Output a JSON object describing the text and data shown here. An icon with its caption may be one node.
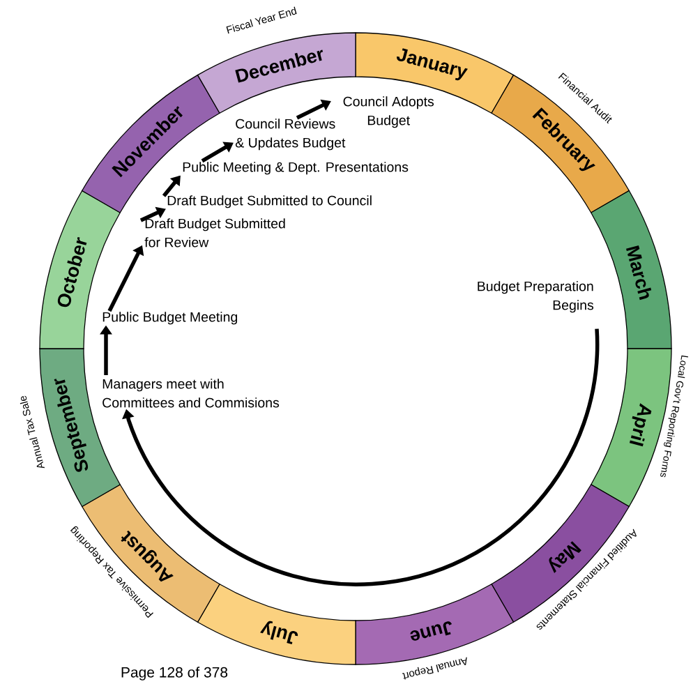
{
  "diagram": {
    "nodes": [
      {
        "text": [
          "January"
        ]
      },
      {
        "text": [
          "February"
        ]
      },
      {
        "text": [
          "March"
        ]
      },
      {
        "text": [
          "April"
        ]
      },
      {
        "text": [
          "May"
        ]
      },
      {
        "text": [
          "June"
        ]
      },
      {
        "text": [
          "July"
        ]
      },
      {
        "text": [
          "August"
        ]
      },
      {
        "text": [
          "September"
        ]
      },
      {
        "text": [
          "October"
        ]
      },
      {
        "text": [
          "November"
        ]
      },
      {
        "text": [
          "December"
        ]
      },
      {
        "text": [
          "Budget Preparation Begins"
        ]
      },
      {
        "text": [
          "Managers meet with Committees and Commisions"
        ]
      },
      {
        "text": [
          "Public Budget Meeting"
        ]
      },
      {
        "text": [
          "Draft Budget Submitted for Review"
        ]
      },
      {
        "text": [
          "Draft Budget Submitted to Council"
        ]
      },
      {
        "text": [
          "Public Meeting & Dept. Presentations"
        ]
      },
      {
        "text": [
          "Council Reviews & Updates Budget"
        ]
      },
      {
        "text": [
          "Council Adopts Budget"
        ]
      }
    ],
    "edges": [
      {
        "from": 12,
        "to": 13,
        "arrow": "to"
      },
      {
        "from": 13,
        "to": 14,
        "arrow": "to"
      },
      {
        "from": 14,
        "to": 15,
        "arrow": "to"
      },
      {
        "from": 15,
        "to": 16,
        "arrow": "to"
      },
      {
        "from": 16,
        "to": 17,
        "arrow": "to"
      },
      {
        "from": 17,
        "to": 18,
        "arrow": "to"
      },
      {
        "from": 18,
        "to": 19,
        "arrow": "to"
      }
    ],
    "labels": [
      "Fiscal Year End",
      "Financial Audit",
      "Local Gov’t Reporting Forms",
      "Auditied Financial Statements",
      "Annual Report",
      "Permissive Tax Reporting",
      "Annual Tax Sale",
      "Page 128 of 378"
    ]
  }
}
